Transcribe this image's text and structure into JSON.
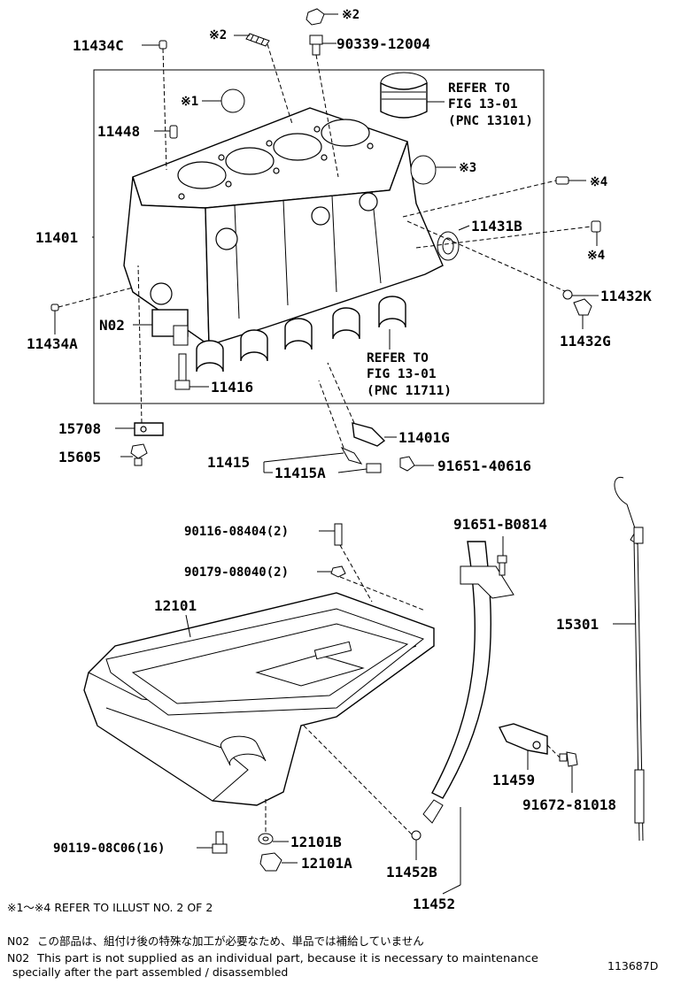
{
  "labels": {
    "p11434C": "11434C",
    "mark2_top": "※2",
    "mark2_bolt": "※2",
    "p90339": "90339-12004",
    "mark1": "※1",
    "ref13101_l1": "REFER TO",
    "ref13101_l2": "FIG 13-01",
    "ref13101_l3": "(PNC 13101)",
    "p11448": "11448",
    "mark3": "※3",
    "mark4a": "※4",
    "p11401": "11401",
    "p11431B": "11431B",
    "mark4b": "※4",
    "p11432K": "11432K",
    "p11434A": "11434A",
    "pN02": "N02",
    "p11432G": "11432G",
    "ref11711_l1": "REFER TO",
    "ref11711_l2": "FIG 13-01",
    "ref11711_l3": "(PNC 11711)",
    "p11416": "11416",
    "p15708": "15708",
    "p11401G": "11401G",
    "p15605": "15605",
    "p11415": "11415",
    "p11415A": "11415A",
    "p91651_40616": "91651-40616",
    "p90116": "90116-08404(2)",
    "p91651_B0814": "91651-B0814",
    "p90179": "90179-08040(2)",
    "p12101": "12101",
    "p15301": "15301",
    "p11459": "11459",
    "p91672": "91672-81018",
    "p90119": "90119-08C06(16)",
    "p12101B": "12101B",
    "p12101A": "12101A",
    "p11452B": "11452B",
    "p11452": "11452"
  },
  "notes": {
    "refer_illust": "※1～※4  REFER TO ILLUST NO. 2 OF 2",
    "n02_jp_code": "N02",
    "n02_jp": "この部品は、組付け後の特殊な加工が必要なため、単品では補給していません",
    "n02_en_code": "N02",
    "n02_en_l1": "This part is not supplied as an individual part, because it is necessary to maintenance",
    "n02_en_l2": "specially after the part assembled / disassembled",
    "illustration_id": "113687D"
  }
}
